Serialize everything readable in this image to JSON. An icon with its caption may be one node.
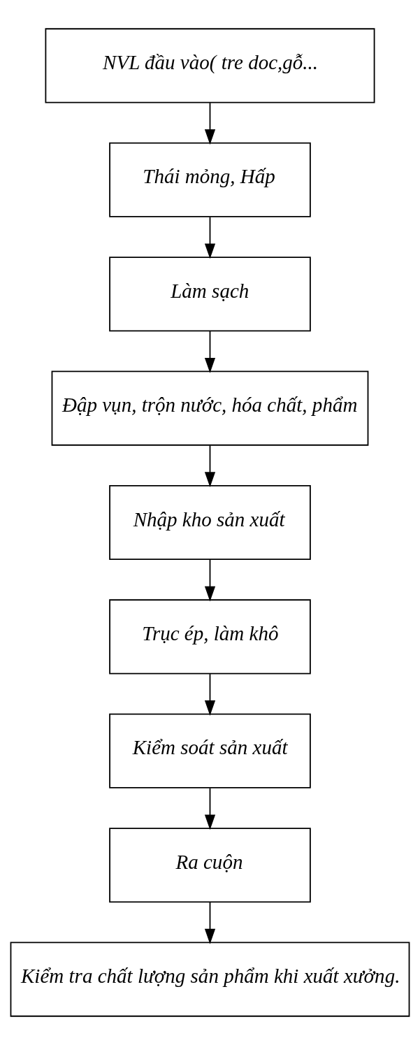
{
  "diagram": {
    "nodes": [
      {
        "text": [
          "NVL đầu vào( tre doc,gỗ..."
        ]
      },
      {
        "text": [
          "Thái mỏng, Hấp"
        ]
      },
      {
        "text": [
          "Làm sạch"
        ]
      },
      {
        "text": [
          "Đập vụn, trộn nước, hóa chất, phẩm"
        ]
      },
      {
        "text": [
          "Nhập kho sản xuất"
        ]
      },
      {
        "text": [
          "Trục ép, làm khô"
        ]
      },
      {
        "text": [
          "Kiểm soát sản xuất"
        ]
      },
      {
        "text": [
          "Ra cuộn"
        ]
      },
      {
        "text": [
          "Kiểm tra chất lượng sản phẩm khi xuất xưởng."
        ]
      }
    ],
    "edges": [
      {
        "from": 0,
        "to": 1,
        "arrow": "to"
      },
      {
        "from": 1,
        "to": 2,
        "arrow": "to"
      },
      {
        "from": 2,
        "to": 3,
        "arrow": "to"
      },
      {
        "from": 3,
        "to": 4,
        "arrow": "to"
      },
      {
        "from": 4,
        "to": 5,
        "arrow": "to"
      },
      {
        "from": 5,
        "to": 6,
        "arrow": "to"
      },
      {
        "from": 6,
        "to": 7,
        "arrow": "to"
      },
      {
        "from": 7,
        "to": 8,
        "arrow": "to"
      }
    ]
  }
}
